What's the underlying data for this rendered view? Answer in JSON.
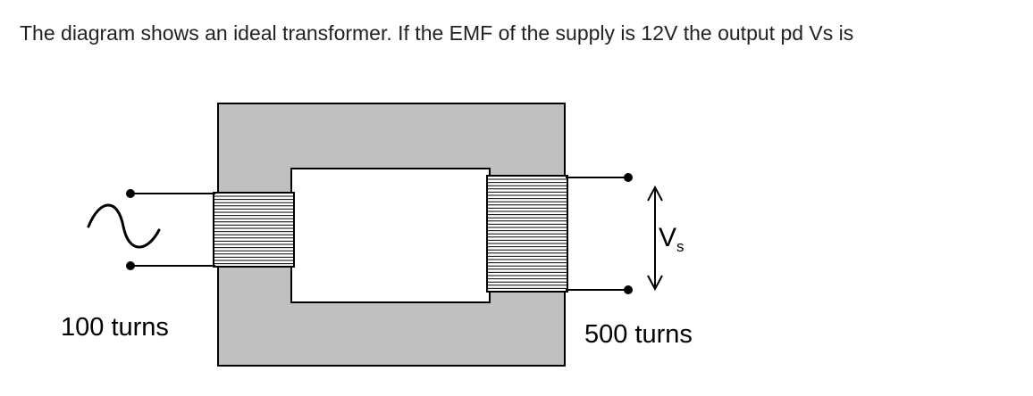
{
  "question": "The diagram shows an ideal transformer. If the EMF of the supply is 12V the output pd Vs is",
  "diagram": {
    "primary_label": "100 turns",
    "secondary_label": "500 turns",
    "output_voltage_symbol": "V",
    "output_voltage_subscript": "s",
    "core_color": "#bfbfbf",
    "supply_symbol": "ac-source-icon"
  }
}
